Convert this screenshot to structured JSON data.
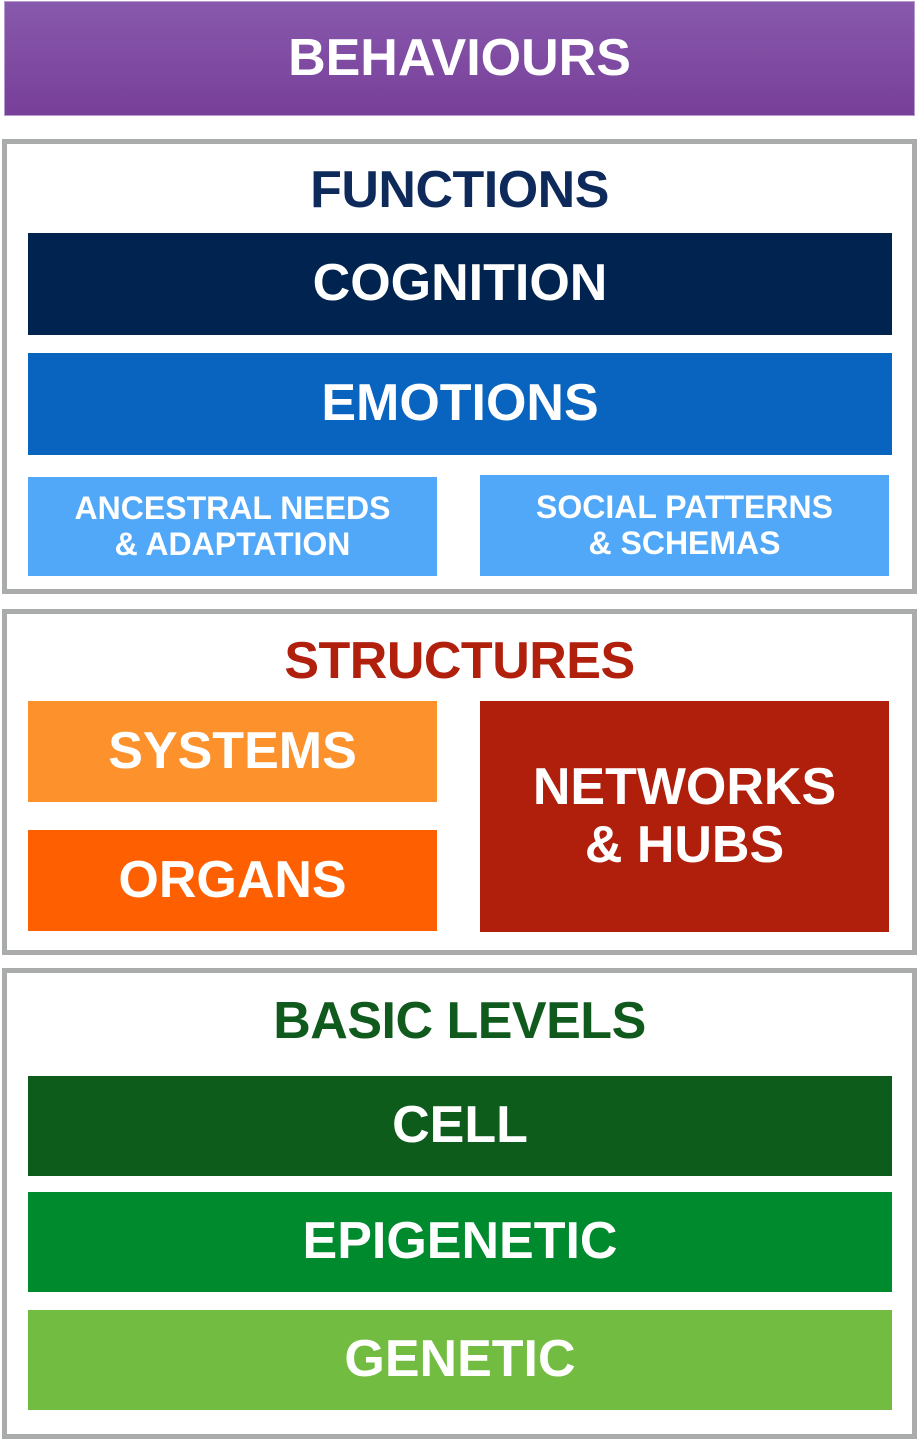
{
  "behaviours": "BEHAVIOURS",
  "functions": {
    "title": "FUNCTIONS",
    "cognition": "COGNITION",
    "emotions": "EMOTIONS",
    "ancestral": [
      "ANCESTRAL NEEDS",
      "& ADAPTATION"
    ],
    "social": [
      "SOCIAL PATTERNS",
      "& SCHEMAS"
    ]
  },
  "structures": {
    "title": "STRUCTURES",
    "systems": "SYSTEMS",
    "organs": "ORGANS",
    "networks": [
      "NETWORKS",
      "& HUBS"
    ]
  },
  "basic": {
    "title": "BASIC LEVELS",
    "cell": "CELL",
    "epigenetic": "EPIGENETIC",
    "genetic": "GENETIC"
  },
  "colors": {
    "purple": "#8052a6",
    "navy": "#00234f",
    "blue": "#0964c0",
    "lightblue": "#52a8f8",
    "orange": "#fd922d",
    "darkorange": "#fe5f00",
    "red": "#b01f0c",
    "darkgreen": "#0d5c1c",
    "green": "#008a2e",
    "lightgreen": "#72bd41"
  }
}
